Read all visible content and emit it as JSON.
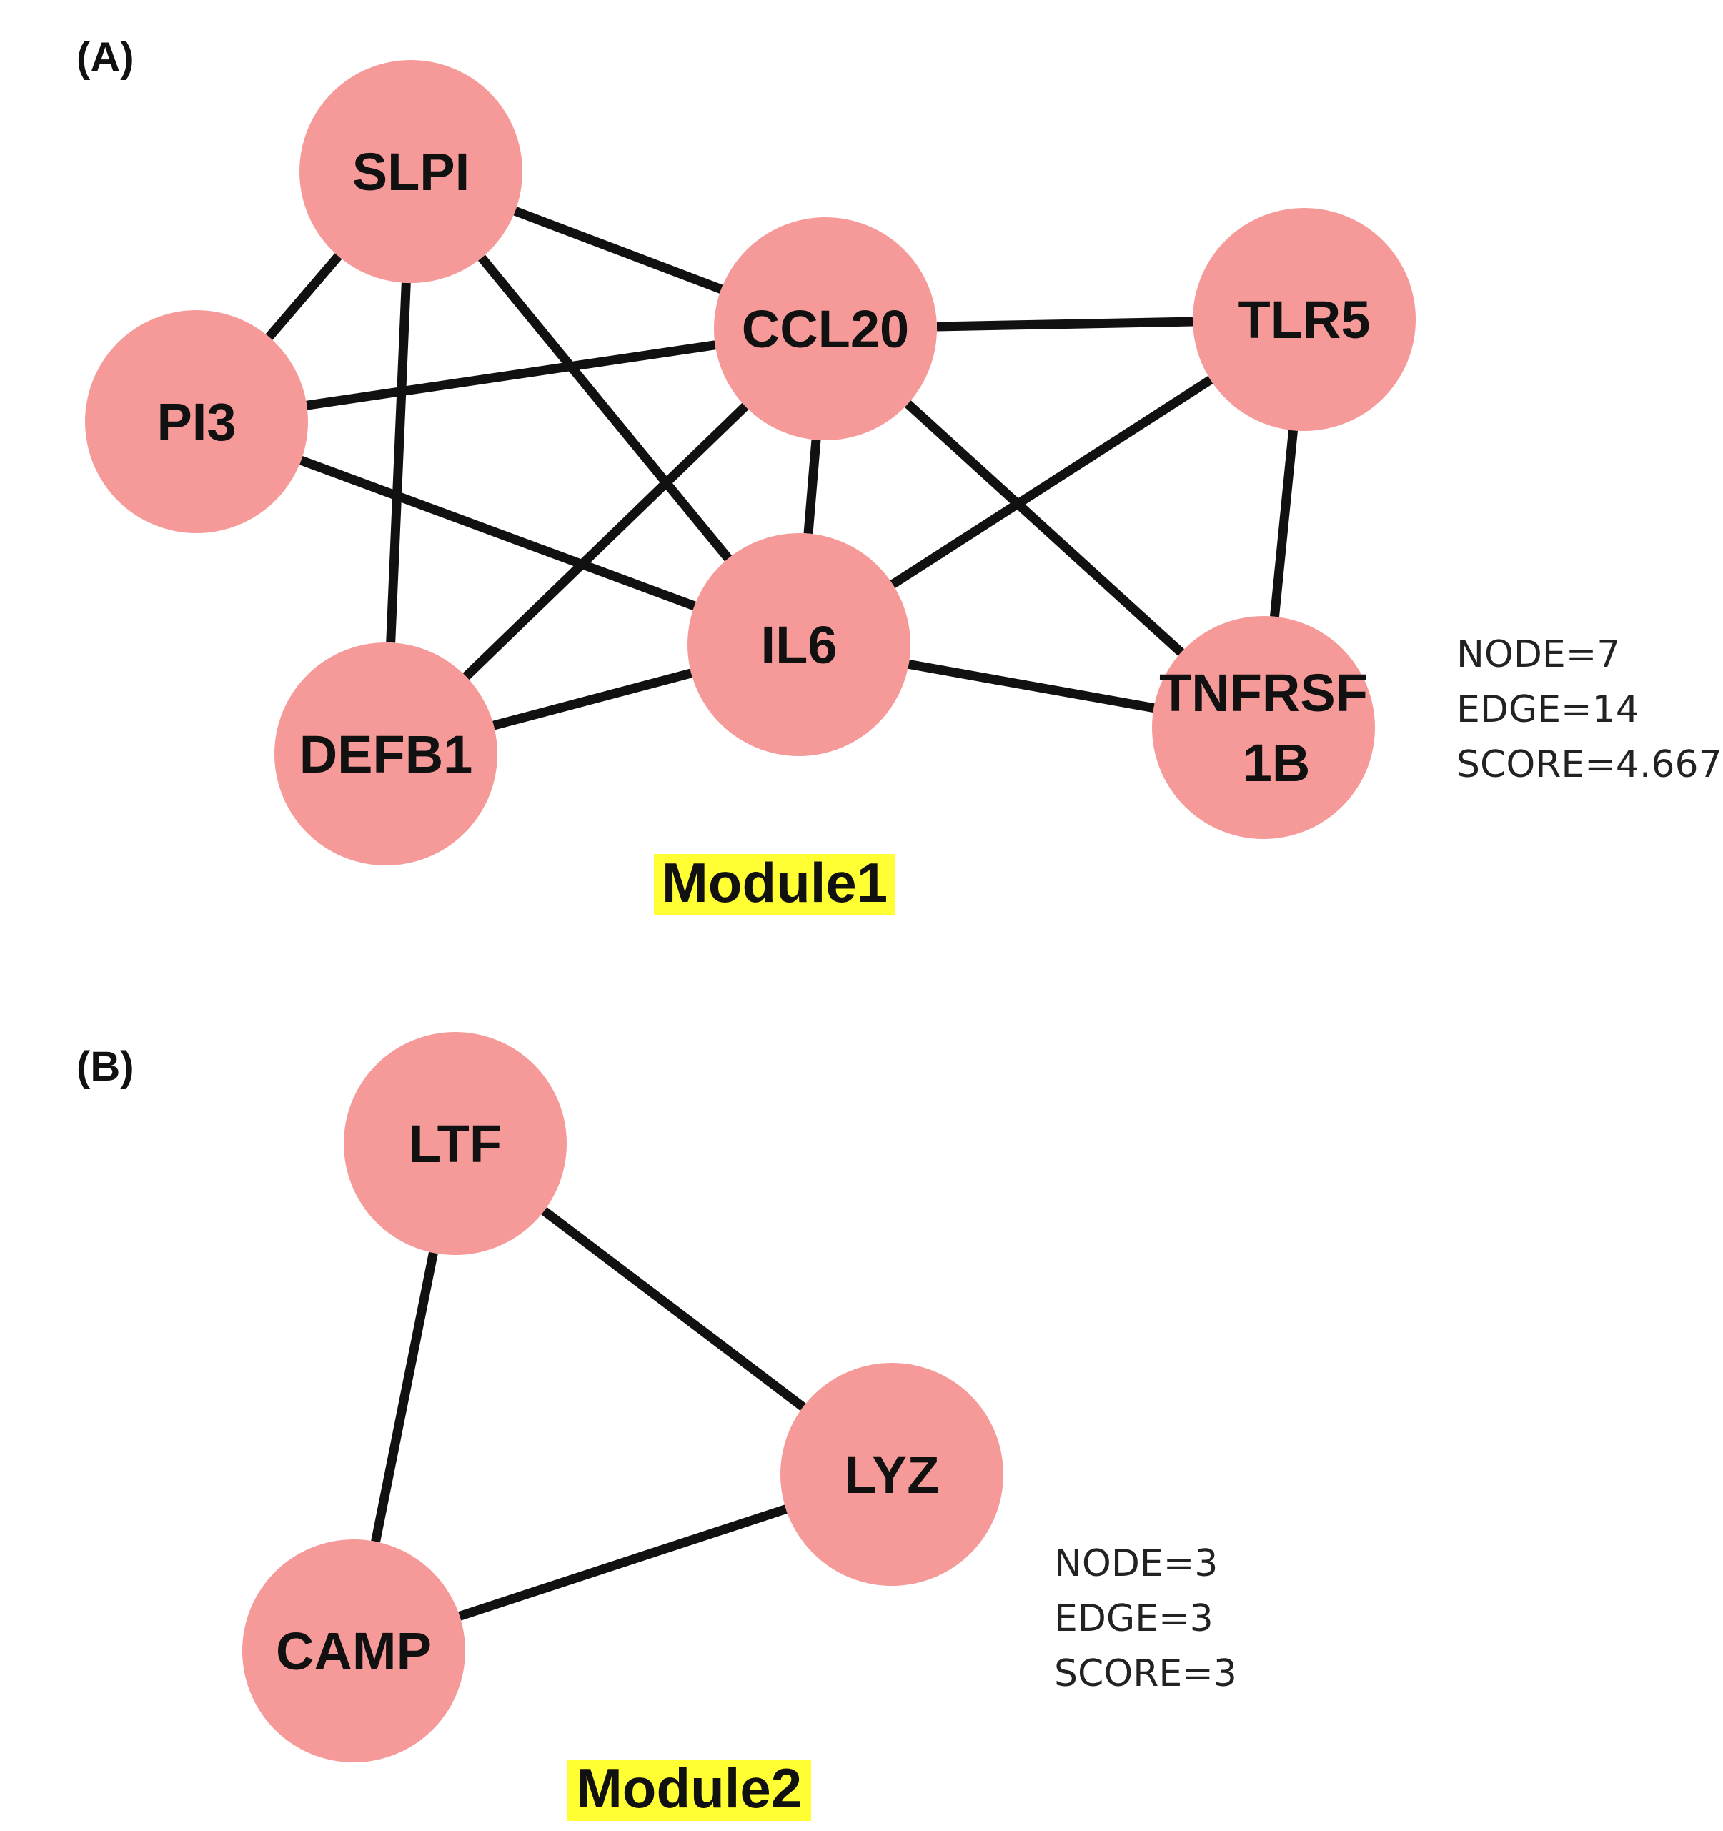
{
  "colors": {
    "node_fill": "#f59a98",
    "edge": "#111111",
    "highlight": "#ffff33"
  },
  "panels": [
    {
      "label": "(A)",
      "title": "Module1",
      "stats": [
        "NODE=7",
        "EDGE=14",
        "SCORE=4.667"
      ],
      "nodes": [
        {
          "id": "SLPI",
          "lines": [
            "SLPI"
          ]
        },
        {
          "id": "PI3",
          "lines": [
            "PI3"
          ]
        },
        {
          "id": "CCL20",
          "lines": [
            "CCL20"
          ]
        },
        {
          "id": "TLR5",
          "lines": [
            "TLR5"
          ]
        },
        {
          "id": "IL6",
          "lines": [
            "IL6"
          ]
        },
        {
          "id": "DEFB1",
          "lines": [
            "DEFB1"
          ]
        },
        {
          "id": "TNFRSF1B",
          "lines": [
            "TNFRSF",
            "1B"
          ]
        }
      ],
      "edges": [
        [
          "SLPI",
          "PI3"
        ],
        [
          "SLPI",
          "CCL20"
        ],
        [
          "SLPI",
          "DEFB1"
        ],
        [
          "SLPI",
          "IL6"
        ],
        [
          "PI3",
          "CCL20"
        ],
        [
          "PI3",
          "IL6"
        ],
        [
          "CCL20",
          "TLR5"
        ],
        [
          "CCL20",
          "IL6"
        ],
        [
          "CCL20",
          "DEFB1"
        ],
        [
          "CCL20",
          "TNFRSF1B"
        ],
        [
          "TLR5",
          "IL6"
        ],
        [
          "TLR5",
          "TNFRSF1B"
        ],
        [
          "IL6",
          "DEFB1"
        ],
        [
          "IL6",
          "TNFRSF1B"
        ]
      ]
    },
    {
      "label": "(B)",
      "title": "Module2",
      "stats": [
        "NODE=3",
        "EDGE=3",
        "SCORE=3"
      ],
      "nodes": [
        {
          "id": "LTF",
          "lines": [
            "LTF"
          ]
        },
        {
          "id": "LYZ",
          "lines": [
            "LYZ"
          ]
        },
        {
          "id": "CAMP",
          "lines": [
            "CAMP"
          ]
        }
      ],
      "edges": [
        [
          "LTF",
          "LYZ"
        ],
        [
          "LTF",
          "CAMP"
        ],
        [
          "LYZ",
          "CAMP"
        ]
      ]
    }
  ]
}
